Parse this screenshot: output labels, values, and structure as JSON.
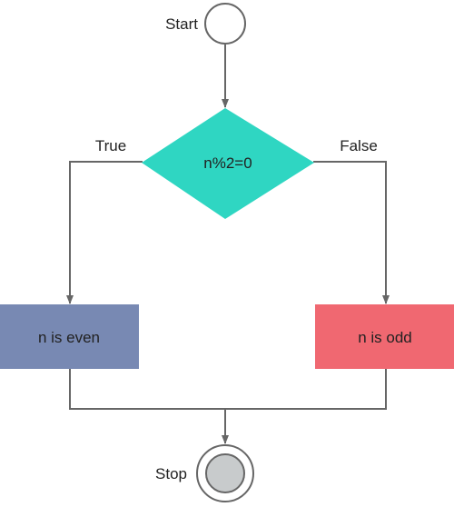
{
  "colors": {
    "decision": "#2fd6c2",
    "even_process": "#7889b3",
    "odd_process": "#f06871",
    "stop_inner": "#c8cbcc",
    "line": "#666666",
    "node_outline": "#666666"
  },
  "start": {
    "label": "Start"
  },
  "decision": {
    "label": "n%2=0"
  },
  "branches": {
    "true_label": "True",
    "false_label": "False"
  },
  "process_even": {
    "label": "n is even"
  },
  "process_odd": {
    "label": "n is odd"
  },
  "stop": {
    "label": "Stop"
  }
}
